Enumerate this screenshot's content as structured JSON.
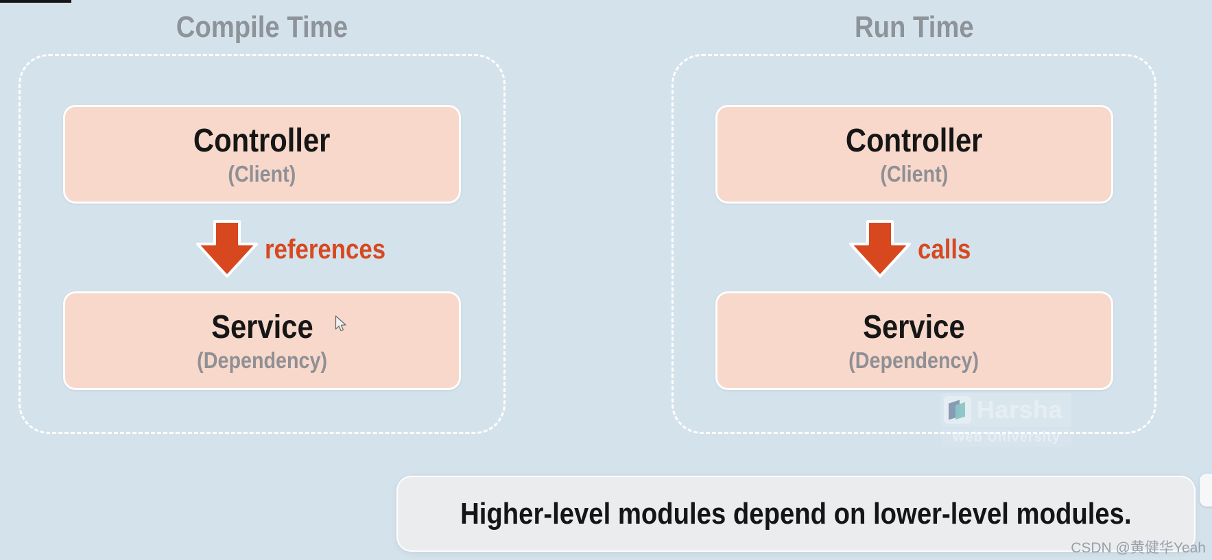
{
  "page": {
    "background_color": "#d4e2ec",
    "accent_color": "#d8481f",
    "node_fill_color": "#f8d8cb",
    "caption_bar_color": "#ebecee",
    "panel_title_color": "#8d9399"
  },
  "panels": [
    {
      "title": "Compile Time",
      "arrow_icon": "down-arrow-icon",
      "arrow_label": "references",
      "boxes": [
        {
          "title": "Controller",
          "subtitle": "(Client)"
        },
        {
          "title": "Service",
          "subtitle": "(Dependency)"
        }
      ]
    },
    {
      "title": "Run Time",
      "arrow_icon": "down-arrow-icon",
      "arrow_label": "calls",
      "boxes": [
        {
          "title": "Controller",
          "subtitle": "(Client)"
        },
        {
          "title": "Service",
          "subtitle": "(Dependency)"
        }
      ]
    }
  ],
  "caption": "Higher-level modules depend on lower-level modules.",
  "watermark": {
    "logo_icon": "harsha-logo-icon",
    "brand": "Harsha",
    "tagline": "Web University"
  },
  "credit": "CSDN @黄健华Yeah"
}
